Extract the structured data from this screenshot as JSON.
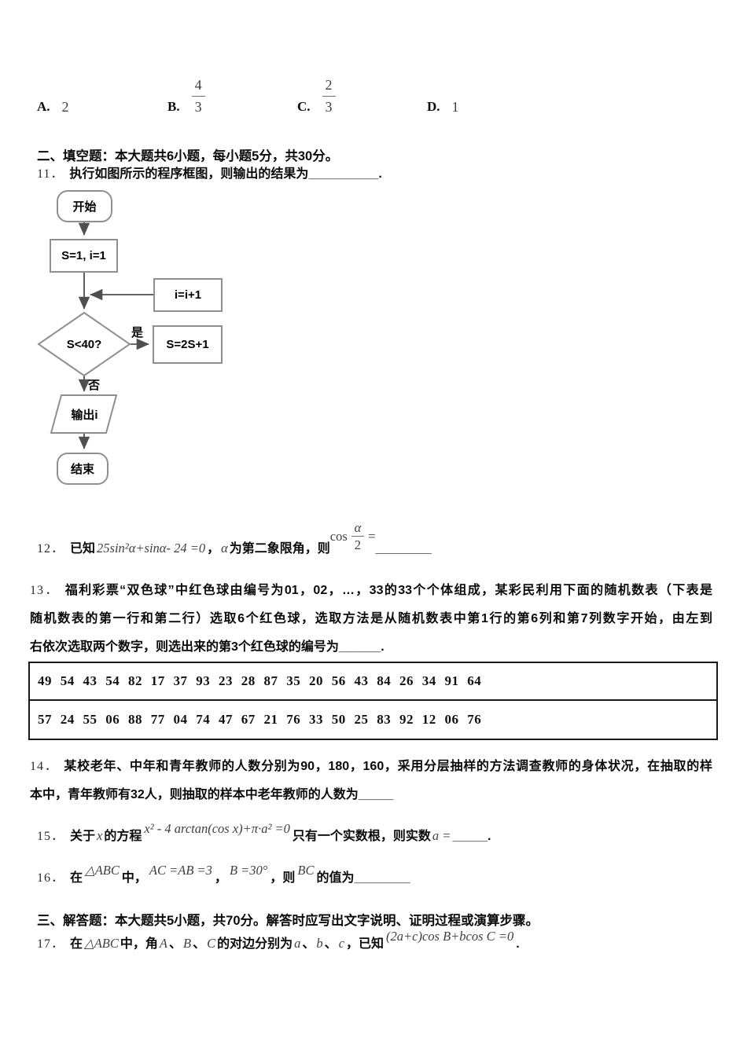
{
  "colors": {
    "math_text": "#3f3f3f",
    "flow_border": "#8f8f8f",
    "flow_arrow": "#4f4f4f",
    "table_border": "#1a1a1a"
  },
  "options": [
    {
      "label": "A.",
      "value": "2"
    },
    {
      "label": "B.",
      "frac": {
        "num": "4",
        "den": "3"
      }
    },
    {
      "label": "C.",
      "frac": {
        "num": "2",
        "den": "3"
      }
    },
    {
      "label": "D.",
      "value": "1"
    }
  ],
  "section2": {
    "header": "二、填空题：本大题共6小题，每小题5分，共30分。"
  },
  "q11": {
    "segments": [
      {
        "t": "num",
        "v": "11．"
      },
      {
        "t": "cn",
        "v": "执行如图所示的程序框图，则输出的结果为"
      },
      {
        "t": "blank",
        "v": "__________"
      },
      {
        "t": "cn",
        "v": "."
      }
    ]
  },
  "flowchart": {
    "start": "开始",
    "init": "S=1, i=1",
    "inc": "i=i+1",
    "cond": "S<40?",
    "yes_label": "是",
    "no_label": "否",
    "assign": "S=2S+1",
    "output": "输出i",
    "end": "结束"
  },
  "q12": {
    "pre": [
      {
        "t": "num",
        "v": "12．"
      },
      {
        "t": "cn",
        "v": "已知"
      },
      {
        "t": "m",
        "v": "25sin²α+sinα- 24 =0"
      },
      {
        "t": "cn",
        "v": "，"
      },
      {
        "t": "m",
        "v": "α"
      },
      {
        "t": "cn",
        "v": "为第二象限角，则"
      }
    ],
    "cos": "cos",
    "frac": {
      "num": "α",
      "den": "2"
    },
    "eq": "=",
    "blank": "________"
  },
  "q13": {
    "lines": [
      [
        {
          "t": "num",
          "v": "13．"
        },
        {
          "t": "cn",
          "v": "福利彩票“双色球”中红色球由编号为01，02，…，33的33个个体组成，某彩民利用下面的随机数表（下表是"
        }
      ],
      [
        {
          "t": "cn",
          "v": "随机数表的第一行和第二行）选取6个红色球，选取方法是从随机数表中第1行的第6列和第7列数字开始，由左到"
        }
      ],
      [
        {
          "t": "cn",
          "v": "右依次选取两个数字，则选出来的第3个红色球的编号为"
        },
        {
          "t": "blank",
          "v": "______"
        },
        {
          "t": "cn",
          "v": "."
        }
      ]
    ]
  },
  "table": {
    "rows": [
      "49 54 43 54 82 17 37 93 23 28 87 35 20 56 43 84 26 34 91 64",
      "57 24 55 06 88 77 04 74 47 67 21 76 33 50 25 83 92 12 06 76"
    ]
  },
  "q14": {
    "lines": [
      [
        {
          "t": "num",
          "v": "14．"
        },
        {
          "t": "cn",
          "v": "某校老年、中年和青年教师的人数分别为90，180，160，采用分层抽样的方法调查教师的身体状况，在抽取的样"
        }
      ],
      [
        {
          "t": "cn",
          "v": "本中，青年教师有32人，则抽取的样本中老年教师的人数为"
        },
        {
          "t": "blank",
          "v": "_____"
        }
      ]
    ]
  },
  "q15": {
    "segments": [
      {
        "t": "num",
        "v": "15．"
      },
      {
        "t": "cn",
        "v": "关于"
      },
      {
        "t": "m",
        "v": "x"
      },
      {
        "t": "cn",
        "v": "的方程"
      },
      {
        "t": "mr",
        "v": "x² - 4 arctan(cos x)+π·a² =0"
      },
      {
        "t": "cn",
        "v": "只有一个实数根，则实数"
      },
      {
        "t": "m",
        "v": "a ="
      },
      {
        "t": "blank",
        "v": "_____"
      },
      {
        "t": "cn",
        "v": "."
      }
    ]
  },
  "q16": {
    "segments": [
      {
        "t": "num",
        "v": "16．"
      },
      {
        "t": "cn",
        "v": "在"
      },
      {
        "t": "mr",
        "v": "△ABC"
      },
      {
        "t": "cn",
        "v": "中，"
      },
      {
        "t": "mr",
        "v": "AC =AB =3"
      },
      {
        "t": "cn",
        "v": "，"
      },
      {
        "t": "mr",
        "v": "B =30°"
      },
      {
        "t": "cn",
        "v": "，则"
      },
      {
        "t": "mr",
        "v": "BC"
      },
      {
        "t": "cn",
        "v": "的值为"
      },
      {
        "t": "blank",
        "v": "________"
      }
    ]
  },
  "section3": {
    "header": "三、解答题：本大题共5小题，共70分。解答时应写出文字说明、证明过程或演算步骤。"
  },
  "q17": {
    "segments": [
      {
        "t": "num",
        "v": "17．"
      },
      {
        "t": "cn",
        "v": "在"
      },
      {
        "t": "m",
        "v": "△ABC"
      },
      {
        "t": "cn",
        "v": "中，角"
      },
      {
        "t": "m",
        "v": "A"
      },
      {
        "t": "cn",
        "v": "、"
      },
      {
        "t": "m",
        "v": "B"
      },
      {
        "t": "cn",
        "v": "、"
      },
      {
        "t": "m",
        "v": "C"
      },
      {
        "t": "cn",
        "v": "的对边分别为"
      },
      {
        "t": "m",
        "v": "a"
      },
      {
        "t": "cn",
        "v": "、"
      },
      {
        "t": "m",
        "v": "b"
      },
      {
        "t": "cn",
        "v": "、"
      },
      {
        "t": "m",
        "v": "c"
      },
      {
        "t": "cn",
        "v": "，已知"
      },
      {
        "t": "mr",
        "v": "(2a+c)cos B+bcos C =0"
      },
      {
        "t": "cn",
        "v": "."
      }
    ]
  }
}
